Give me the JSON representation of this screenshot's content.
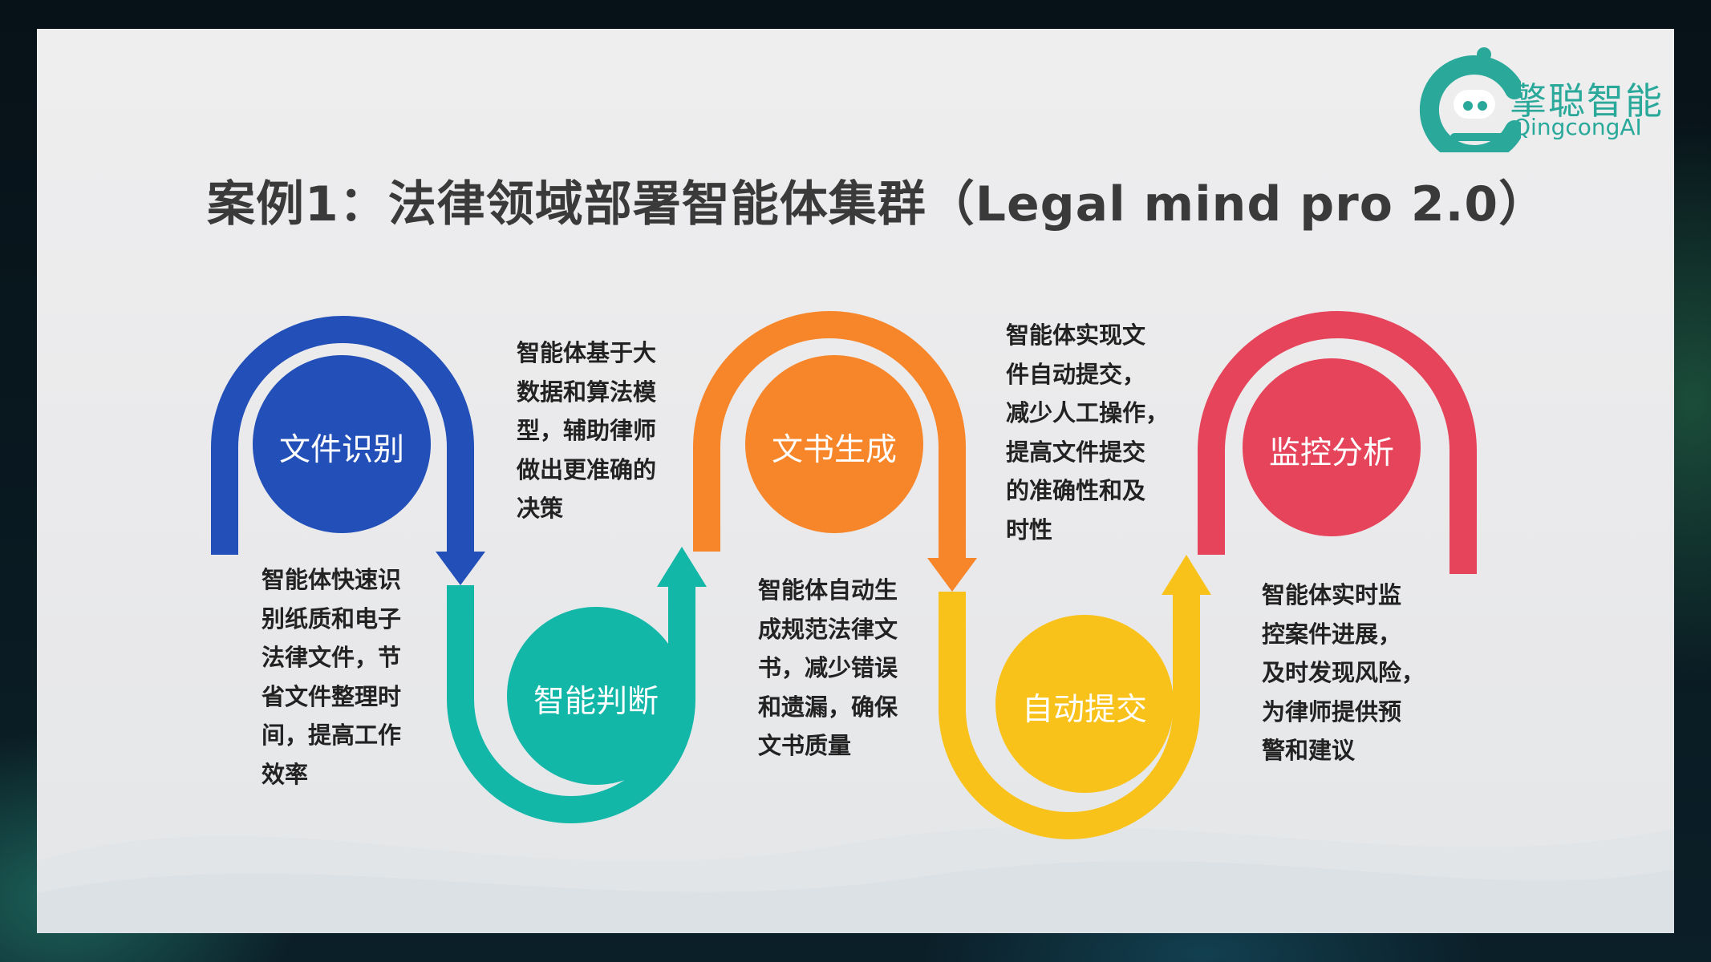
{
  "title": "案例1：法律领域部署智能体集群（Legal mind pro 2.0）",
  "logo": {
    "cn": "擎聪智能",
    "en": "QingcongAI",
    "icon": "robot-icon",
    "color": "#2aa99a"
  },
  "steps": [
    {
      "label": "文件识别",
      "color": "#2350b8",
      "description_lines": [
        "智能体快速识",
        "别纸质和电子",
        "法律文件，节",
        "省文件整理时",
        "间，提高工作",
        "效率"
      ]
    },
    {
      "label": "智能判断",
      "color": "#12b7a8",
      "description_lines": [
        "智能体基于大",
        "数据和算法模",
        "型，辅助律师",
        "做出更准确的",
        "决策"
      ]
    },
    {
      "label": "文书生成",
      "color": "#f7862a",
      "description_lines": [
        "智能体自动生",
        "成规范法律文",
        "书，减少错误",
        "和遗漏，确保",
        "文书质量"
      ]
    },
    {
      "label": "自动提交",
      "color": "#f9c21a",
      "description_lines": [
        "智能体实现文",
        "件自动提交，",
        "减少人工操作，",
        "提高文件提交",
        "的准确性和及",
        "时性"
      ]
    },
    {
      "label": "监控分析",
      "color": "#e6445a",
      "description_lines": [
        "智能体实时监",
        "控案件进展，",
        "及时发现风险，",
        "为律师提供预",
        "警和建议"
      ]
    }
  ]
}
